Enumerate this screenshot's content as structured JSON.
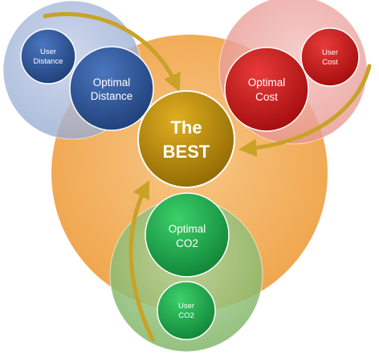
{
  "center": {
    "line1": "The",
    "line2": "BEST"
  },
  "distance": {
    "optimal": {
      "line1": "Optimal",
      "line2": "Distance"
    },
    "user": {
      "line1": "User",
      "line2": "Distance"
    }
  },
  "cost": {
    "optimal": {
      "line1": "Optimal",
      "line2": "Cost"
    },
    "user": {
      "line1": "User",
      "line2": "Cost"
    }
  },
  "co2": {
    "optimal": {
      "line1": "Optimal",
      "line2": "CO2"
    },
    "user": {
      "line1": "User",
      "line2": "CO2"
    }
  },
  "colors": {
    "big_circle": "#f3b25e",
    "distance_group": "#a8b8d6",
    "cost_group": "#eda5a0",
    "co2_group": "#8fbf73",
    "distance_node": "#2e5597",
    "cost_node": "#c81d1d",
    "co2_node": "#1faa4a",
    "center_node": "#b98a06",
    "arrow": "#c9a227"
  }
}
